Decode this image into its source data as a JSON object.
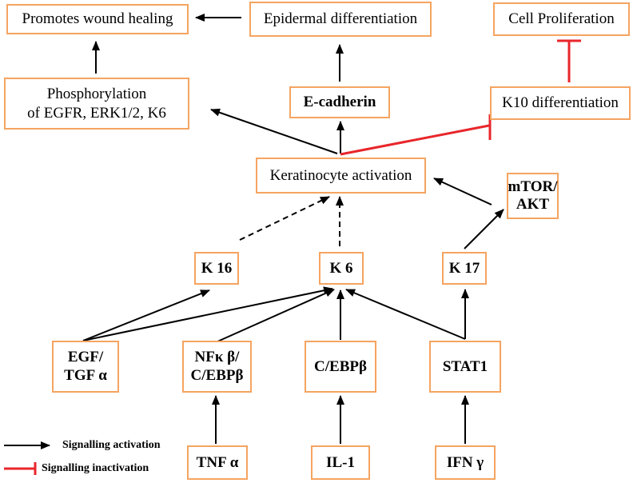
{
  "nodes": {
    "wound": "Promotes wound healing",
    "epidermal": "Epidermal differentiation",
    "cellprolif": "Cell Proliferation",
    "phos_line1": "Phosphorylation",
    "phos_line2": "of EGFR, ERK1/2, K6",
    "ecad": "E-cadherin",
    "k10": "K10 differentiation",
    "kact": "Keratinocyte activation",
    "mtor_line1": "mTOR/",
    "mtor_line2": "AKT",
    "k16": "K 16",
    "k6": "K 6",
    "k17": "K 17",
    "egf_line1": "EGF/",
    "egf_line2": "TGF α",
    "nfk_line1": "NFκ β/",
    "nfk_line2": "C/EBPβ",
    "cebp": "C/EBPβ",
    "stat1": "STAT1",
    "tnf": "TNF α",
    "il1": "IL-1",
    "ifn": "IFN γ"
  },
  "legend": {
    "activation": "Signalling activation",
    "inactivation": "Signalling inactivation"
  },
  "colors": {
    "box_border": "#f5a461",
    "activation": "#000000",
    "inactivation": "#e8262b"
  }
}
